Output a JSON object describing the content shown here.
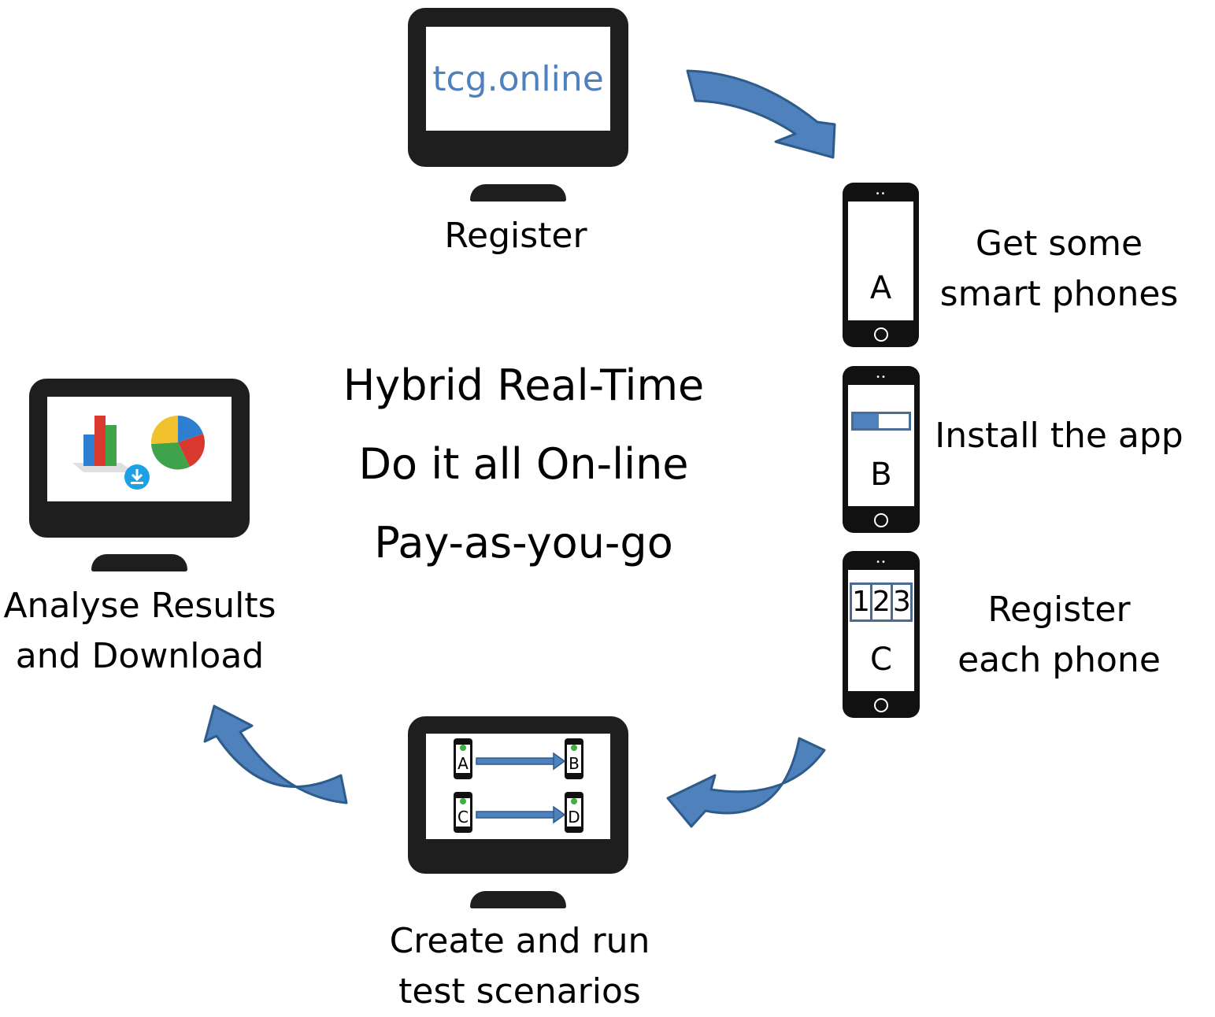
{
  "top_monitor": {
    "screen_text": "tcg.online",
    "caption": "Register",
    "screen_text_color": "#4f81bd"
  },
  "phones": [
    {
      "letter": "A",
      "caption_line1": "Get some",
      "caption_line2": "smart phones"
    },
    {
      "letter": "B",
      "caption": "Install the app"
    },
    {
      "letter": "C",
      "caption_line1": "Register",
      "caption_line2": "each phone",
      "digits": [
        "1",
        "2",
        "3"
      ]
    }
  ],
  "bottom_monitor": {
    "caption_line1": "Create and run",
    "caption_line2": "test scenarios",
    "mini_phones": [
      "A",
      "B",
      "C",
      "D"
    ]
  },
  "left_monitor": {
    "caption_line1": "Analyse Results",
    "caption_line2": "and Download"
  },
  "center": {
    "line1": "Hybrid Real-Time",
    "line2": "Do it all On-line",
    "line3": "Pay-as-you-go"
  },
  "colors": {
    "arrow": "#4f81bd",
    "arrow_stroke": "#2e5c8a",
    "device": "#1e1e1e"
  },
  "icons": [
    "bar-chart-icon",
    "pie-chart-icon",
    "download-icon",
    "phone-call-icon"
  ]
}
